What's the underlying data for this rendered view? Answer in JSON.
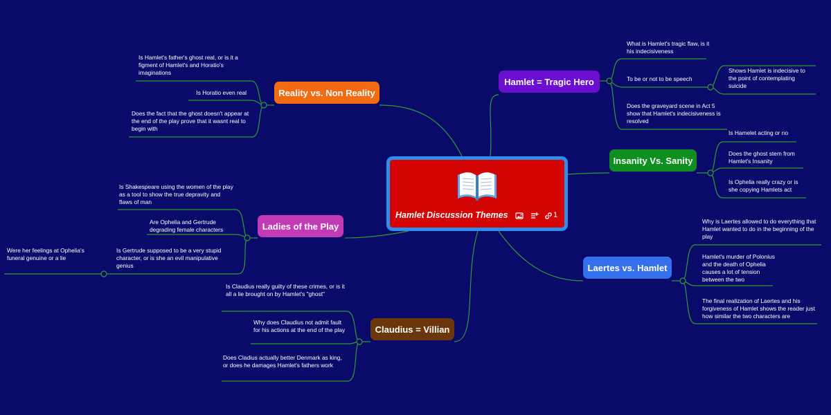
{
  "central": {
    "title": "Hamlet Discussion Themes",
    "icon": "open-book-icon",
    "link_count": "1",
    "background": "#d30505",
    "border": "#2e8ef0"
  },
  "colors": {
    "background": "#0a0a6b",
    "connector": "#2f9e2f"
  },
  "branches": {
    "reality": {
      "label": "Reality vs. Non Reality",
      "color": "#f26b12",
      "items": [
        "Is Hamlet's father's ghost real, or is it a figment of Hamlet's and Horatio's imaginations",
        "Is Horatio even real",
        "Does the fact that the ghost doesn't appear at the end of the play prove that it wasnt real to begin with"
      ]
    },
    "ladies": {
      "label": "Ladies of the Play",
      "color": "#c33ab7",
      "items": [
        "Is Shakespeare using the women of the play as a tool to show the true depravity and flaws of man",
        "Are Ophelia and Gertrude degrading female characters",
        "Is Gertrude supposed to be a very stupid character, or is she an evil manipulative genius"
      ],
      "subitem": "Were her feelings at Ophelia's funeral genuine or a lie"
    },
    "claudius": {
      "label": "Claudius = Villian",
      "color": "#6a360c",
      "items": [
        "Is Claudius really guilty of these crimes, or is it all a lie brought on by Hamlet's \"ghost\"",
        "Why does Claudius not admit fault for his actions at the end of the play",
        "Does Cladius actually better Denmark as king, or does he damages Hamlet's fathers work"
      ]
    },
    "hero": {
      "label": "Hamlet = Tragic Hero",
      "color": "#6a0fd0",
      "items": [
        "What is Hamlet's tragic flaw, is it his indecisiveness",
        "To be or not to be speech",
        "Does the graveyard scene in Act 5 show that Hamlet's indecisiveness is resolved"
      ],
      "subitem": "Shows Hamlet is indecisive to the point of contemplating suicide"
    },
    "insanity": {
      "label": "Insanity Vs. Sanity",
      "color": "#0f8f1f",
      "items": [
        "Is Hamelet acting or no",
        "Does the ghost stem from Hamlet's Insanity",
        "Is Ophelia really crazy or is she copying Hamlets act"
      ]
    },
    "laertes": {
      "label": "Laertes vs. Hamlet",
      "color": "#3570ec",
      "items": [
        "Why is Laertes allowed to do everything that Hamlet wanted to do in the beginning of the play",
        "Hamlet's murder of Polonius and the death of Ophelia causes a lot of tension between the two",
        "The final realization of Laertes and his forgiveness of Hamlet shows the reader just how similar the two characters are"
      ]
    }
  }
}
